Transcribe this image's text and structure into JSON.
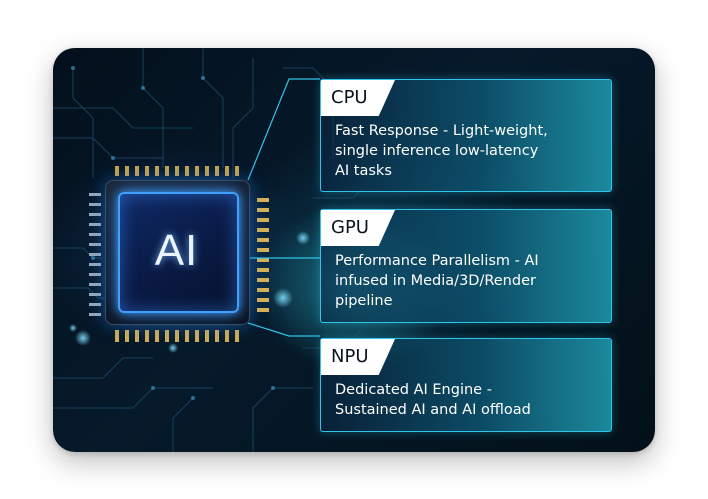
{
  "chip": {
    "label": "AI"
  },
  "panels": [
    {
      "title": "CPU",
      "description_lines": [
        "Fast Response - Light-weight,",
        "single inference low-latency",
        "AI tasks"
      ]
    },
    {
      "title": "GPU",
      "description_lines": [
        "Performance Parallelism - AI",
        "infused in Media/3D/Render",
        "pipeline"
      ]
    },
    {
      "title": "NPU",
      "description_lines": [
        "Dedicated AI Engine -",
        "Sustained AI and AI offload"
      ]
    }
  ],
  "colors": {
    "panel_border": "#2fc4e8",
    "chip_glow": "#3fa0ff",
    "background": "#061a2b",
    "tab": "#ffffff"
  }
}
